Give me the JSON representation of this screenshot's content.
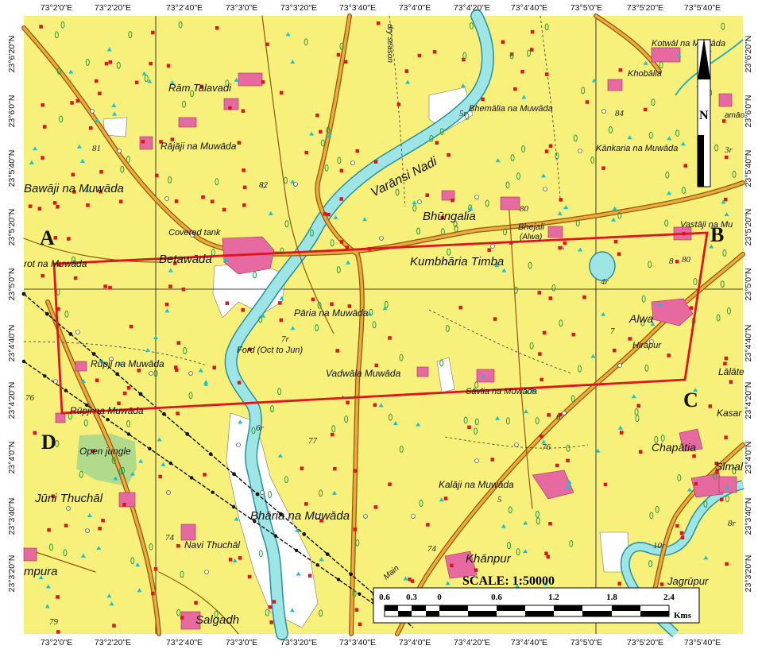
{
  "map": {
    "colors": {
      "land": "#f7f07a",
      "river": "#9ee6e6",
      "river_edge": "#2a8fa0",
      "road": "#f0a93a",
      "road_edge": "#8a5a10",
      "settlement": "#e66aa0",
      "study_area": "#e0141e",
      "tree": "#2f9a3f",
      "point_red": "#e0141e",
      "point_cyan": "#18c0d8",
      "grid": "#111111",
      "jungle": "#a8d88c"
    },
    "top_coords": [
      "73°2'0\"E",
      "73°2'20\"E",
      "73°2'40\"E",
      "73°3'0\"E",
      "73°3'20\"E",
      "73°3'40\"E",
      "73°4'0\"E",
      "73°4'20\"E",
      "73°4'40\"E",
      "73°5'0\"E",
      "73°5'20\"E",
      "73°5'40\"E"
    ],
    "bottom_coords": [
      "73°2'0\"E",
      "73°2'20\"E",
      "73°2'40\"E",
      "73°3'0\"E",
      "73°3'20\"E",
      "73°3'40\"E",
      "73°4'0\"E",
      "73°4'20\"E",
      "73°4'40\"E",
      "73°5'0\"E",
      "73°5'20\"E",
      "73°5'40\"E"
    ],
    "left_coords": [
      "23°6'20\"N",
      "23°6'0\"N",
      "23°5'40\"N",
      "23°5'20\"N",
      "23°5'0\"N",
      "23°4'40\"N",
      "23°4'20\"N",
      "23°4'0\"N",
      "23°3'40\"N",
      "23°3'20\"N"
    ],
    "right_coords": [
      "23°6'20\"N",
      "23°6'0\"N",
      "23°5'40\"N",
      "23°5'20\"N",
      "23°5'0\"N",
      "23°4'40\"N",
      "23°4'20\"N",
      "23°4'0\"N",
      "23°3'40\"N",
      "23°3'20\"N"
    ],
    "corners": {
      "a": "A",
      "b": "B",
      "c": "C",
      "d": "D"
    },
    "places": {
      "ram_talavadi": "Rām Talavadi",
      "rajaji": "Rājāji na Muwāda",
      "bawaji": "Bawāji na Muwāda",
      "betawada": "Betawāda",
      "covered_tank": "Covered tank",
      "rot_na_muwada": "rot na Muwāda",
      "varansi_nadi": "Varānsi Nadi",
      "bhungalia": "Bhūngalia",
      "bhejali": "Bhejali",
      "kumbharia_timba": "Kumbhāria Timba",
      "paria": "Pāria na Muwāda",
      "ford": "Ford (Oct to Jun)",
      "vadwala": "Vadwāla Muwāda",
      "savlia": "Sāvlia na Muwāda",
      "rupji_1": "Rūpji na Muwāda",
      "rupji_2": "Rūpji na Muwāda",
      "open_jungle": "Open jungle",
      "juni_thuchal": "Jūni Thuchāl",
      "navi_thuchal": "Navi Thuchāl",
      "bharia": "Bhāria na Muwāda",
      "kalaji": "Kalāji na Muwāda",
      "khanpur": "Khānpur",
      "salgadh": "Salgadh",
      "impura": "mpura",
      "jagrupur": "Jagrūpur",
      "chapatia": "Chapātia",
      "simal": "Sīmal",
      "kasar": "Kasar",
      "lalate": "Lālāte",
      "hirapur": "Hirāpur",
      "alwa": "Alwa",
      "vastaji": "Vastāji na Mu",
      "kankaria": "Kānkaria na Muwāda",
      "khobalia": "Khobālia",
      "kotwal": "Kotwāl na Muwāda",
      "bhemalia": "Bhemālia na Muwāda",
      "dry_season": "dry season",
      "main": "Main",
      "main2": "Main",
      "wa": "(Alwa)",
      "amao": "amāo"
    },
    "spot_heights": [
      "81",
      "82",
      "80",
      "80",
      "84",
      "77",
      "76",
      "74",
      "76",
      "79",
      "74",
      "4r",
      "5r",
      "6r",
      "7r",
      "8r",
      "10r",
      "3r",
      "6",
      "5",
      "7",
      "8"
    ],
    "north_arrow_label": "N",
    "scale": {
      "title": "SCALE: 1:50000",
      "ticks": [
        "0.6",
        "0.3",
        "0",
        "0.6",
        "1.2",
        "1.8",
        "2.4"
      ],
      "unit": "Kms"
    }
  }
}
